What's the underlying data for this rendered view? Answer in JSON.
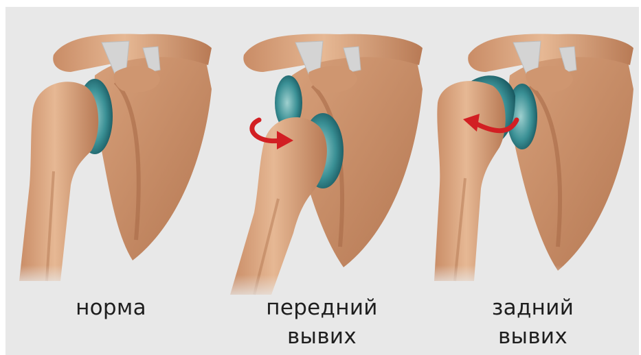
{
  "figure": {
    "colors": {
      "background": "#e8e8e8",
      "bone": "#d9a27c",
      "bone_shadow": "#b27350",
      "cartilage": "#2f8a90",
      "cartilage_dark": "#15515a",
      "ligament": "#cfcfcf",
      "arrow": "#d21f23",
      "caption": "#1e1e1e"
    },
    "panels": [
      {
        "id": "normal",
        "caption_lines": [
          "норма"
        ]
      },
      {
        "id": "anterior",
        "caption_lines": [
          "передний",
          "вывих"
        ],
        "arrow_icon": "curved-arrow-right-icon"
      },
      {
        "id": "posterior",
        "caption_lines": [
          "задний",
          "вывих"
        ],
        "arrow_icon": "curved-arrow-left-icon"
      }
    ]
  }
}
